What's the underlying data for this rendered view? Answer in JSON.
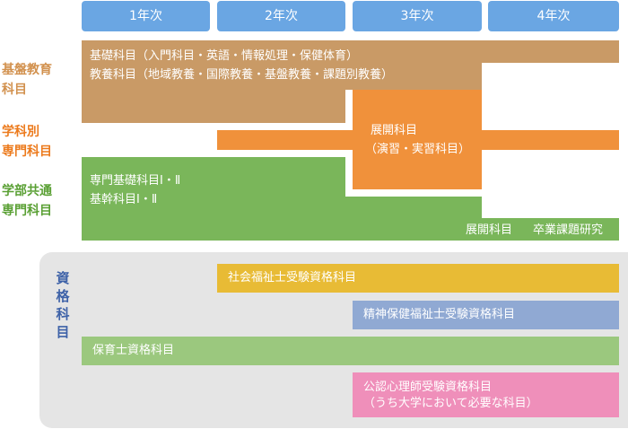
{
  "years": [
    "1年次",
    "2年次",
    "3年次",
    "4年次"
  ],
  "categories": {
    "kiban": [
      "基盤教育",
      "科目"
    ],
    "gakka": [
      "学科別",
      "専門科目"
    ],
    "gakubu": [
      "学部共通",
      "専門科目"
    ]
  },
  "kiban_lines": [
    "基礎科目（入門科目・英語・情報処理・保健体育）",
    "教養科目（地域教養・国際教養・基盤教養・課題別教養）"
  ],
  "tenkai_lines": [
    "展開科目",
    "（演習・実習科目）"
  ],
  "gakubu_lines": [
    "専門基礎科目Ⅰ・Ⅱ",
    "基幹科目Ⅰ・Ⅱ"
  ],
  "gakubu_bottom": {
    "tenkai": "展開科目",
    "sotsugyo": "卒業課題研究"
  },
  "shikaku": {
    "title": [
      "資",
      "格",
      "科",
      "目"
    ],
    "shakai": "社会福祉士受験資格科目",
    "seishin": "精神保健福祉士受験資格科目",
    "hoiku": "保育士資格科目",
    "kounin": [
      "公認心理師受験資格科目",
      "（うち大学において必要な科目）"
    ]
  },
  "colors": {
    "year": "#6aa6e3",
    "kiban": "#c99a66",
    "gakka": "#f0913b",
    "gakubu": "#7ab65a",
    "kiban_label": "#d2914e",
    "gakka_label": "#ec7a1c",
    "gakubu_label": "#5aa034",
    "shikaku_bg": "#e5e5e5",
    "shikaku_label": "#3e62a8",
    "shakai": "#e8bb35",
    "seishin": "#90a9d3",
    "hoiku": "#9bc87e",
    "kounin": "#ef8fba"
  }
}
